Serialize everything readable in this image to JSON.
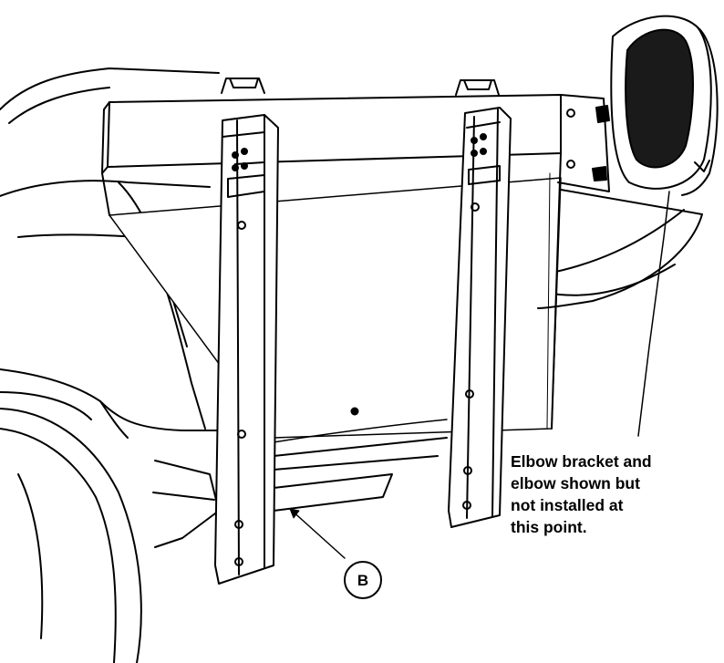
{
  "callout": {
    "letter": "B"
  },
  "note": {
    "lines": [
      "Elbow bracket and",
      "elbow shown but",
      "not installed at",
      "this point."
    ]
  }
}
